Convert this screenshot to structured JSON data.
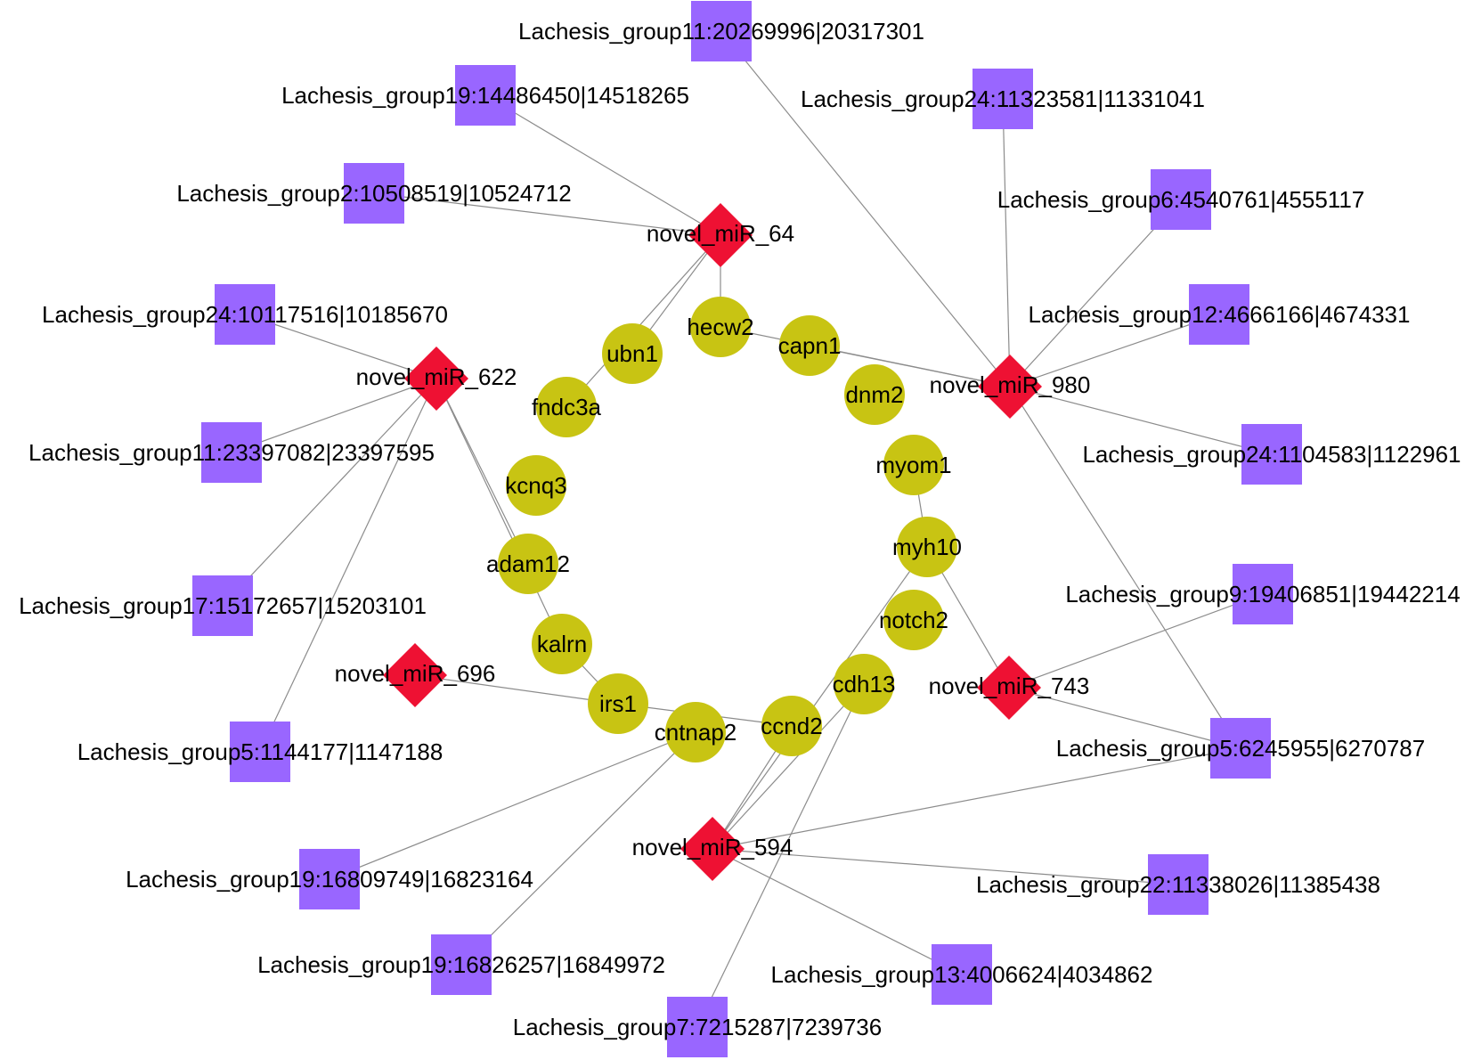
{
  "colors": {
    "region": "#9966ff",
    "mirna": "#ee1133",
    "gene": "#c8c413",
    "edge": "#8c8c8c"
  },
  "shapes": {
    "region": "square",
    "mirna": "diamond",
    "gene": "circle"
  },
  "mirnas": [
    {
      "id": "m64",
      "label": "novel_miR_64"
    },
    {
      "id": "m622",
      "label": "novel_miR_622"
    },
    {
      "id": "m980",
      "label": "novel_miR_980"
    },
    {
      "id": "m696",
      "label": "novel_miR_696"
    },
    {
      "id": "m743",
      "label": "novel_miR_743"
    },
    {
      "id": "m594",
      "label": "novel_miR_594"
    }
  ],
  "genes": [
    {
      "id": "hecw2",
      "label": "hecw2"
    },
    {
      "id": "capn1",
      "label": "capn1"
    },
    {
      "id": "ubn1",
      "label": "ubn1"
    },
    {
      "id": "dnm2",
      "label": "dnm2"
    },
    {
      "id": "fndc3a",
      "label": "fndc3a"
    },
    {
      "id": "myom1",
      "label": "myom1"
    },
    {
      "id": "kcnq3",
      "label": "kcnq3"
    },
    {
      "id": "myh10",
      "label": "myh10"
    },
    {
      "id": "adam12",
      "label": "adam12"
    },
    {
      "id": "notch2",
      "label": "notch2"
    },
    {
      "id": "kalrn",
      "label": "kalrn"
    },
    {
      "id": "cdh13",
      "label": "cdh13"
    },
    {
      "id": "irs1",
      "label": "irs1"
    },
    {
      "id": "ccnd2",
      "label": "ccnd2"
    },
    {
      "id": "cntnap2",
      "label": "cntnap2"
    }
  ],
  "regions": [
    {
      "id": "r11a",
      "label": "Lachesis_group11:20269996|20317301"
    },
    {
      "id": "r19a",
      "label": "Lachesis_group19:14486450|14518265"
    },
    {
      "id": "r24a",
      "label": "Lachesis_group24:11323581|11331041"
    },
    {
      "id": "r2",
      "label": "Lachesis_group2:10508519|10524712"
    },
    {
      "id": "r6",
      "label": "Lachesis_group6:4540761|4555117"
    },
    {
      "id": "r24b",
      "label": "Lachesis_group24:10117516|10185670"
    },
    {
      "id": "r12",
      "label": "Lachesis_group12:4666166|4674331"
    },
    {
      "id": "r11b",
      "label": "Lachesis_group11:23397082|23397595"
    },
    {
      "id": "r24c",
      "label": "Lachesis_group24:1104583|1122961"
    },
    {
      "id": "r17",
      "label": "Lachesis_group17:15172657|15203101"
    },
    {
      "id": "r9",
      "label": "Lachesis_group9:19406851|19442214"
    },
    {
      "id": "r5a",
      "label": "Lachesis_group5:1144177|1147188"
    },
    {
      "id": "r5b",
      "label": "Lachesis_group5:6245955|6270787"
    },
    {
      "id": "r19b",
      "label": "Lachesis_group19:16809749|16823164"
    },
    {
      "id": "r22",
      "label": "Lachesis_group22:11338026|11385438"
    },
    {
      "id": "r19c",
      "label": "Lachesis_group19:16826257|16849972"
    },
    {
      "id": "r13",
      "label": "Lachesis_group13:4006624|4034862"
    },
    {
      "id": "r7",
      "label": "Lachesis_group7:7215287|7239736"
    }
  ],
  "edges": [
    [
      "m64",
      "r19a"
    ],
    [
      "m64",
      "r2"
    ],
    [
      "m64",
      "hecw2"
    ],
    [
      "m64",
      "ubn1"
    ],
    [
      "m64",
      "fndc3a"
    ],
    [
      "m980",
      "r11a"
    ],
    [
      "m980",
      "r24a"
    ],
    [
      "m980",
      "r6"
    ],
    [
      "m980",
      "r12"
    ],
    [
      "m980",
      "r24c"
    ],
    [
      "m980",
      "r5b"
    ],
    [
      "m980",
      "capn1"
    ],
    [
      "m980",
      "hecw2"
    ],
    [
      "m622",
      "r24b"
    ],
    [
      "m622",
      "r11b"
    ],
    [
      "m622",
      "r17"
    ],
    [
      "m622",
      "r5a"
    ],
    [
      "m622",
      "adam12"
    ],
    [
      "m622",
      "kalrn"
    ],
    [
      "m696",
      "irs1"
    ],
    [
      "irs1",
      "ccnd2"
    ],
    [
      "irs1",
      "kalrn"
    ],
    [
      "m743",
      "myh10"
    ],
    [
      "m743",
      "r9"
    ],
    [
      "m743",
      "r5b"
    ],
    [
      "myom1",
      "myh10"
    ],
    [
      "m594",
      "ccnd2"
    ],
    [
      "m594",
      "cdh13"
    ],
    [
      "m594",
      "myh10"
    ],
    [
      "m594",
      "r5b"
    ],
    [
      "m594",
      "r22"
    ],
    [
      "m594",
      "r13"
    ],
    [
      "cntnap2",
      "r19b"
    ],
    [
      "cntnap2",
      "r19c"
    ],
    [
      "cdh13",
      "r7"
    ]
  ]
}
